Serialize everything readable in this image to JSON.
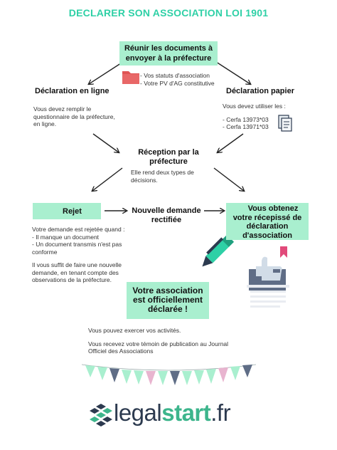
{
  "title": "DECLARER SON ASSOCIATION LOI 1901",
  "step1": {
    "title_line1": "Réunir les documents à",
    "title_line2": "envoyer à la préfecture",
    "item1": "- Vos statuts d'association",
    "item2": "- Votre PV d'AG constitutive"
  },
  "online": {
    "title": "Déclaration en ligne",
    "text_line1": "Vous devez remplir le",
    "text_line2": "questionnaire de la préfecture,",
    "text_line3": "en ligne."
  },
  "paper": {
    "title": "Déclaration papier",
    "text": "Vous devez utiliser les :",
    "item1": "- Cerfa 13973*03",
    "item2": "- Cerfa 13971*03"
  },
  "reception": {
    "title_line1": "Réception par la",
    "title_line2": "préfecture",
    "text_line1": "Elle rend deux types de",
    "text_line2": "décisions."
  },
  "reject": {
    "label": "Rejet",
    "text_lines": [
      "Votre demande est rejetée quand :",
      "- Il manque un document",
      "- Un document transmis n'est pas",
      "conforme",
      "",
      "Il vous suffit de faire une nouvelle",
      "demande, en tenant compte des",
      "observations de la préfecture."
    ]
  },
  "new_request": {
    "line1": "Nouvelle demande",
    "line2": "rectifiée"
  },
  "accepted": {
    "line1": "Vous obtenez",
    "line2": "votre récepissé de",
    "line3": "déclaration",
    "line4": "d'association"
  },
  "declared": {
    "line1": "Votre association",
    "line2": "est officiellement",
    "line3": "déclarée !"
  },
  "final": {
    "text1": "Vous pouvez exercer vos activités.",
    "text2_line1": "Vous recevez votre témoin de publication au Journal",
    "text2_line2": "Officiel des Associations"
  },
  "logo": {
    "part1": "legal",
    "part2": "start",
    "part3": ".fr"
  },
  "colors": {
    "accent_green": "#2ed0a6",
    "box_green": "#a9efcf",
    "reject_red": "#e04a4a",
    "check_green": "#2eb872",
    "flag_colors": [
      "#a9efcf",
      "#5f6d86",
      "#e8b4cf"
    ],
    "logo_dark": "#2c3a4f",
    "logo_green": "#3db58c"
  },
  "icons": [
    "folder-icon",
    "documents-icon",
    "x-circle-icon",
    "check-circle-icon",
    "pencil-icon",
    "thumbs-up-icon",
    "bookmark-icon",
    "bunting-flags",
    "logo-icon"
  ]
}
